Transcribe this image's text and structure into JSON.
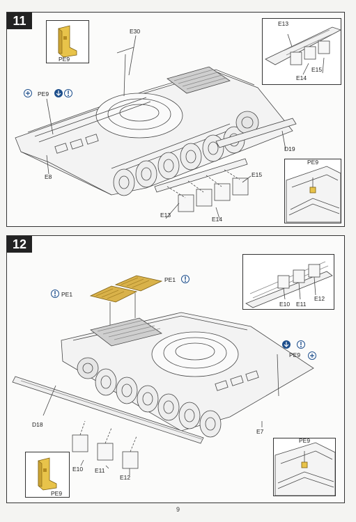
{
  "page_number": "9",
  "step11": {
    "number": "11",
    "parts": {
      "e30": "E30",
      "pe9_main": "PE9",
      "e8": "E8",
      "d19": "D19",
      "e13": "E13",
      "e14": "E14",
      "e15": "E15"
    },
    "inset_part_label": "PE9",
    "detail_top": {
      "e13": "E13",
      "e14": "E14",
      "e15": "E15"
    },
    "detail_bottom": {
      "pe9": "PE9"
    }
  },
  "step12": {
    "number": "12",
    "parts": {
      "pe1_left": "PE1",
      "pe1_right": "PE1",
      "pe9_main": "PE9",
      "d18": "D18",
      "e7": "E7",
      "e10": "E10",
      "e11": "E11",
      "e12": "E12"
    },
    "inset_part_label": "PE9",
    "detail_top": {
      "e10": "E10",
      "e11": "E11",
      "e12": "E12"
    },
    "detail_bottom": {
      "pe9": "PE9"
    }
  },
  "colors": {
    "symbol_blue": "#1e4f8c",
    "etch_gold": "#d9b24a",
    "part_yellow": "#e8c34a",
    "line": "#444444"
  },
  "icons": [
    "bend-fold-symbol",
    "push-down-symbol",
    "glue-symbol"
  ]
}
